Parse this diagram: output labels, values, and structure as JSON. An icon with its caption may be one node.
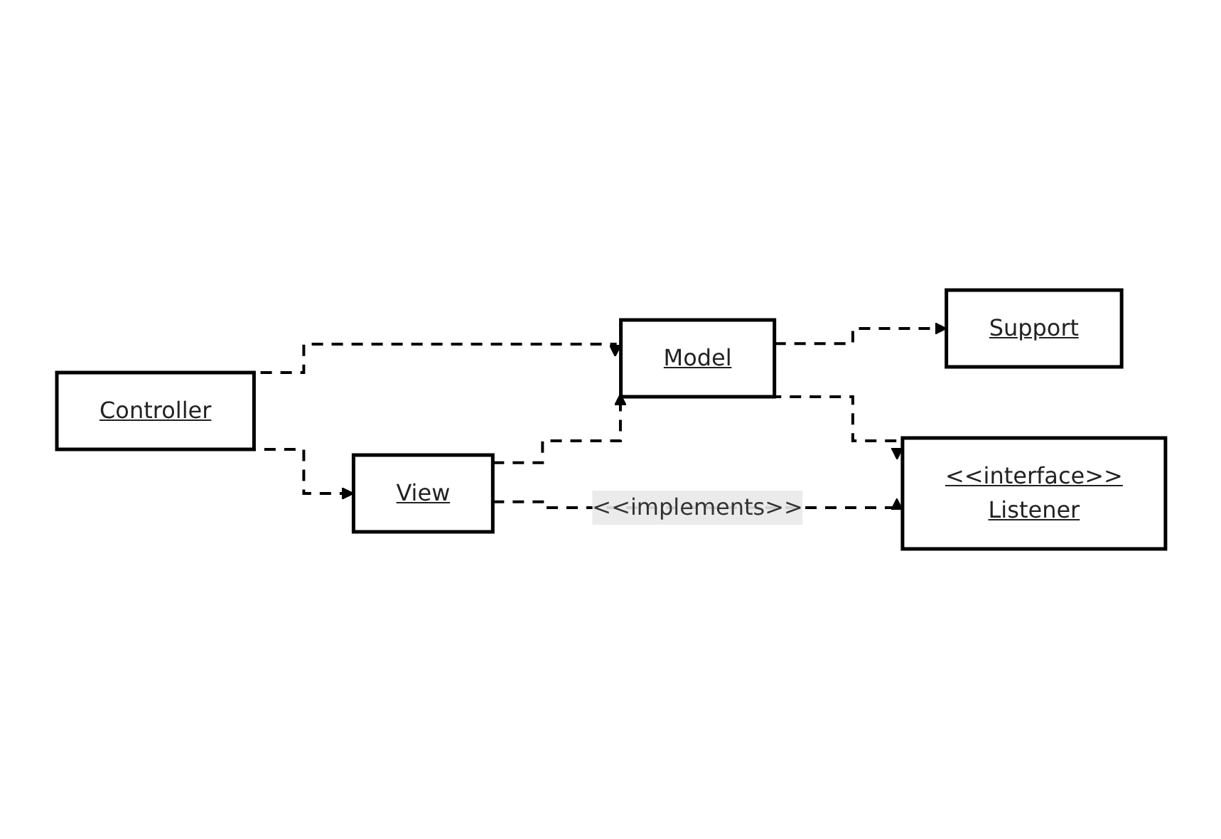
{
  "diagram": {
    "nodes": [
      {
        "text": [
          "Model"
        ]
      },
      {
        "text": [
          "Support"
        ]
      },
      {
        "text": [
          "<<interface>>",
          "Listener"
        ]
      },
      {
        "text": [
          "View"
        ]
      },
      {
        "text": [
          "Controller"
        ]
      }
    ],
    "edges": [
      {
        "from": 0,
        "to": 1,
        "arrow": "to",
        "style": "dashed"
      },
      {
        "from": 0,
        "to": 2,
        "arrow": "to",
        "style": "dashed"
      },
      {
        "from": 3,
        "to": 0,
        "arrow": "to",
        "style": "dashed"
      },
      {
        "from": 3,
        "to": 2,
        "arrow": "to",
        "style": "dashed",
        "label": "<<implements>>"
      },
      {
        "from": 4,
        "to": 0,
        "arrow": "to",
        "style": "dashed"
      },
      {
        "from": 4,
        "to": 3,
        "arrow": "to",
        "style": "dashed"
      }
    ]
  }
}
